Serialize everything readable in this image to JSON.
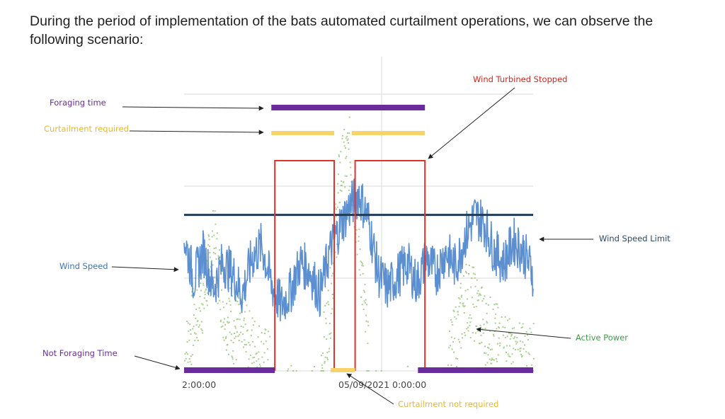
{
  "intro_text": "During the period of implementation of the bats automated curtailment operations, we can observe the following scenario:",
  "colors": {
    "foraging": "#6a2c9c",
    "curtailment": "#f7d46a",
    "turbine": "#e0322a",
    "wind_speed": "#5b8fd0",
    "active_power": "#a8cf8e",
    "limit": "#1f3b57",
    "annotation_purple": "#6a2c9c",
    "annotation_yellow": "#e8b92e",
    "annotation_red": "#d7261e",
    "annotation_blue": "#3d74b8",
    "annotation_green": "#3e9b4b",
    "annotation_navy": "#2b4a66"
  },
  "chart_data": {
    "type": "line",
    "x_tick_labels": [
      "2:00:00",
      "05/09/2021 0:00:00"
    ],
    "grid": true,
    "series": [
      {
        "name": "Wind Speed",
        "values": [
          0.62,
          0.42,
          0.55,
          0.38,
          0.5,
          0.45,
          0.35,
          0.52,
          0.58,
          0.4,
          0.3,
          0.37,
          0.5,
          0.46,
          0.35,
          0.55,
          0.66,
          0.75,
          0.82,
          0.7,
          0.45,
          0.38,
          0.44,
          0.5,
          0.4,
          0.52,
          0.45,
          0.55,
          0.48,
          0.62,
          0.72,
          0.68,
          0.55,
          0.5,
          0.6,
          0.55,
          0.45
        ]
      },
      {
        "name": "Active Power",
        "values": [
          0.05,
          0.25,
          0.35,
          0.6,
          0.3,
          0.2,
          0.15,
          0.1,
          0.05,
          0.0,
          0.0,
          0.0,
          0.0,
          0.0,
          0.0,
          0.3,
          0.9,
          1.0,
          0.6,
          0.0,
          0.0,
          0.0,
          0.0,
          0.0,
          0.0,
          0.0,
          0.0,
          0.0,
          0.15,
          0.35,
          0.3,
          0.2,
          0.15,
          0.1,
          0.05,
          0.05,
          0.05
        ]
      }
    ],
    "wind_speed_limit": 0.72,
    "foraging_time": [
      [
        0.25,
        0.69
      ]
    ],
    "not_foraging_time": [
      [
        0.0,
        0.26
      ],
      [
        0.67,
        1.0
      ]
    ],
    "curtailment_required": [
      [
        0.25,
        0.43
      ],
      [
        0.48,
        0.69
      ]
    ],
    "curtailment_not_required": [
      [
        0.42,
        0.49
      ]
    ],
    "wind_turbine_stopped": [
      [
        0.26,
        0.43
      ],
      [
        0.49,
        0.69
      ]
    ],
    "annotations": {
      "foraging_time": "Foraging time",
      "curtailment_required": "Curtailment required",
      "wind_turbined_stopped": "Wind Turbined Stopped",
      "wind_speed_limit": "Wind Speed Limit",
      "wind_speed": "Wind Speed",
      "active_power": "Active Power",
      "not_foraging_time": "Not Foraging Time",
      "curtailment_not_required": "Curtailment not required"
    }
  }
}
